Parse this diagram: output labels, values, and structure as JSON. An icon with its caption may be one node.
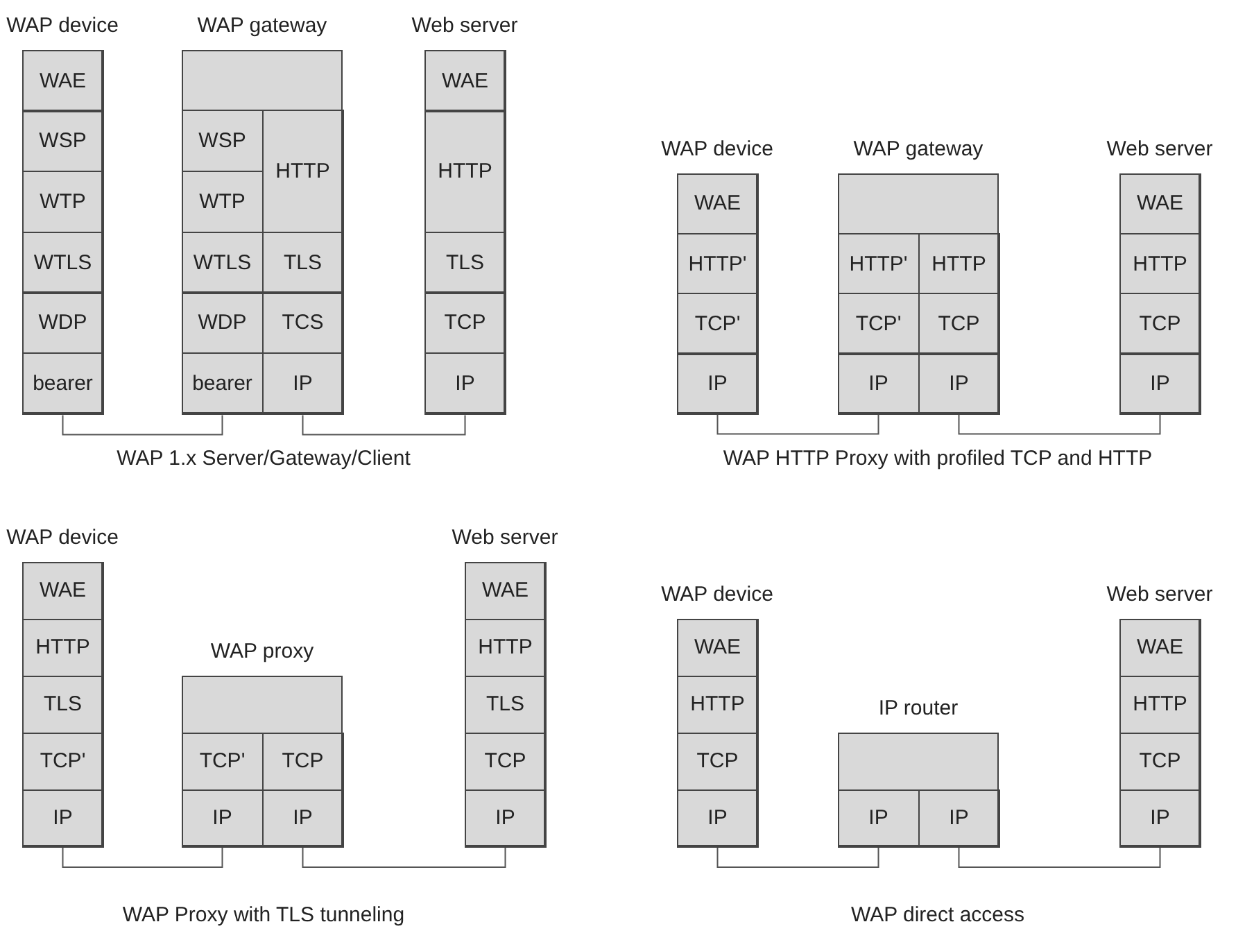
{
  "diagram": {
    "nodes": [
      {
        "text": [
          "WAP device"
        ]
      },
      {
        "text": [
          "WAE"
        ],
        "in": 0
      },
      {
        "text": [
          "WSP"
        ],
        "in": 0
      },
      {
        "text": [
          "WTP"
        ],
        "in": 0
      },
      {
        "text": [
          "WTLS"
        ],
        "in": 0
      },
      {
        "text": [
          "WDP"
        ],
        "in": 0
      },
      {
        "text": [
          "bearer"
        ],
        "in": 0
      },
      {
        "text": [
          "WAP gateway"
        ]
      },
      {
        "text": [
          "WSP"
        ],
        "in": 7
      },
      {
        "text": [
          "WTP"
        ],
        "in": 7
      },
      {
        "text": [
          "WTLS"
        ],
        "in": 7
      },
      {
        "text": [
          "WDP"
        ],
        "in": 7
      },
      {
        "text": [
          "bearer"
        ],
        "in": 7
      },
      {
        "text": [
          "HTTP"
        ],
        "in": 7
      },
      {
        "text": [
          "TLS"
        ],
        "in": 7
      },
      {
        "text": [
          "TCS"
        ],
        "in": 7
      },
      {
        "text": [
          "IP"
        ],
        "in": 7
      },
      {
        "text": [
          "Web server"
        ]
      },
      {
        "text": [
          "WAE"
        ],
        "in": 17
      },
      {
        "text": [
          "HTTP"
        ],
        "in": 17
      },
      {
        "text": [
          "TLS"
        ],
        "in": 17
      },
      {
        "text": [
          "TCP"
        ],
        "in": 17
      },
      {
        "text": [
          "IP"
        ],
        "in": 17
      },
      {
        "text": [
          "WAP device"
        ]
      },
      {
        "text": [
          "WAE"
        ],
        "in": 23
      },
      {
        "text": [
          "HTTP'"
        ],
        "in": 23
      },
      {
        "text": [
          "TCP'"
        ],
        "in": 23
      },
      {
        "text": [
          "IP"
        ],
        "in": 23
      },
      {
        "text": [
          "WAP gateway"
        ]
      },
      {
        "text": [
          "HTTP'"
        ],
        "in": 28
      },
      {
        "text": [
          "TCP'"
        ],
        "in": 28
      },
      {
        "text": [
          "IP"
        ],
        "in": 28
      },
      {
        "text": [
          "HTTP"
        ],
        "in": 28
      },
      {
        "text": [
          "TCP"
        ],
        "in": 28
      },
      {
        "text": [
          "IP"
        ],
        "in": 28
      },
      {
        "text": [
          "Web server"
        ]
      },
      {
        "text": [
          "WAE"
        ],
        "in": 35
      },
      {
        "text": [
          "HTTP"
        ],
        "in": 35
      },
      {
        "text": [
          "TCP"
        ],
        "in": 35
      },
      {
        "text": [
          "IP"
        ],
        "in": 35
      },
      {
        "text": [
          "WAP device"
        ]
      },
      {
        "text": [
          "WAE"
        ],
        "in": 40
      },
      {
        "text": [
          "HTTP"
        ],
        "in": 40
      },
      {
        "text": [
          "TLS"
        ],
        "in": 40
      },
      {
        "text": [
          "TCP'"
        ],
        "in": 40
      },
      {
        "text": [
          "IP"
        ],
        "in": 40
      },
      {
        "text": [
          "WAP proxy"
        ]
      },
      {
        "text": [
          "TCP'"
        ],
        "in": 46
      },
      {
        "text": [
          "IP"
        ],
        "in": 46
      },
      {
        "text": [
          "TCP"
        ],
        "in": 46
      },
      {
        "text": [
          "IP"
        ],
        "in": 46
      },
      {
        "text": [
          "Web server"
        ]
      },
      {
        "text": [
          "WAE"
        ],
        "in": 51
      },
      {
        "text": [
          "HTTP"
        ],
        "in": 51
      },
      {
        "text": [
          "TLS"
        ],
        "in": 51
      },
      {
        "text": [
          "TCP"
        ],
        "in": 51
      },
      {
        "text": [
          "IP"
        ],
        "in": 51
      },
      {
        "text": [
          "WAP device"
        ]
      },
      {
        "text": [
          "WAE"
        ],
        "in": 57
      },
      {
        "text": [
          "HTTP"
        ],
        "in": 57
      },
      {
        "text": [
          "TCP"
        ],
        "in": 57
      },
      {
        "text": [
          "IP"
        ],
        "in": 57
      },
      {
        "text": [
          "IP router"
        ]
      },
      {
        "text": [
          "IP"
        ],
        "in": 62
      },
      {
        "text": [
          "IP"
        ],
        "in": 62
      },
      {
        "text": [
          "Web server"
        ]
      },
      {
        "text": [
          "WAE"
        ],
        "in": 65
      },
      {
        "text": [
          "HTTP"
        ],
        "in": 65
      },
      {
        "text": [
          "TCP"
        ],
        "in": 65
      },
      {
        "text": [
          "IP"
        ],
        "in": 65
      }
    ],
    "edges": [
      {
        "from": 6,
        "to": 12,
        "arrow": "none"
      },
      {
        "from": 16,
        "to": 22,
        "arrow": "none"
      },
      {
        "from": 27,
        "to": 31,
        "arrow": "none"
      },
      {
        "from": 34,
        "to": 39,
        "arrow": "none"
      },
      {
        "from": 45,
        "to": 48,
        "arrow": "none"
      },
      {
        "from": 50,
        "to": 56,
        "arrow": "none"
      },
      {
        "from": 61,
        "to": 63,
        "arrow": "none"
      },
      {
        "from": 64,
        "to": 69,
        "arrow": "none"
      }
    ],
    "labels": [
      "WAP 1.x Server/Gateway/Client",
      "WAP HTTP Proxy with profiled TCP and HTTP",
      "WAP Proxy with TLS tunneling",
      "WAP direct access"
    ]
  }
}
